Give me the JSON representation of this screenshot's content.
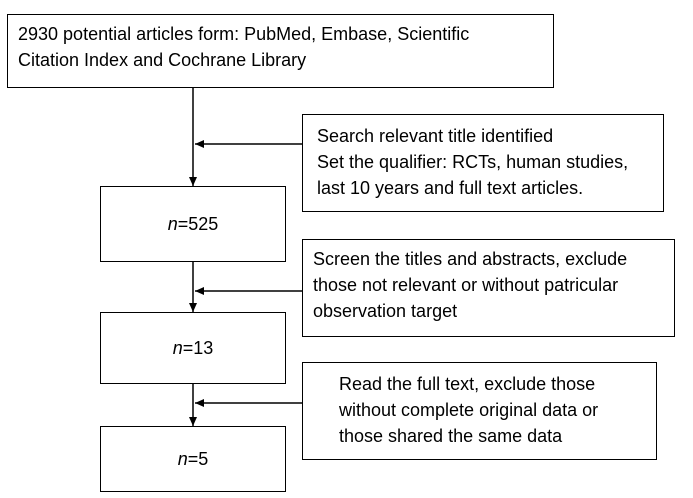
{
  "diagram": {
    "source_box": {
      "lines": [
        "2930 potential articles form: PubMed, Embase, Scientific",
        "Citation Index and Cochrane Library"
      ]
    },
    "step1_note": {
      "lines": [
        "Search relevant title identified",
        "Set the qualifier: RCTs, human studies,",
        "last 10 years and full text articles."
      ]
    },
    "count1": {
      "var": "n",
      "value": "=525"
    },
    "step2_note": {
      "lines": [
        "Screen the titles and abstracts, exclude",
        "those not relevant or without patricular",
        "observation target"
      ]
    },
    "count2": {
      "var": "n",
      "value": "=13"
    },
    "step3_note": {
      "lines": [
        "Read the full text, exclude those",
        "without complete original data or",
        "those shared the same data"
      ]
    },
    "count3": {
      "var": "n",
      "value": "=5"
    },
    "colors": {
      "stroke": "#000000",
      "background": "#ffffff"
    }
  }
}
